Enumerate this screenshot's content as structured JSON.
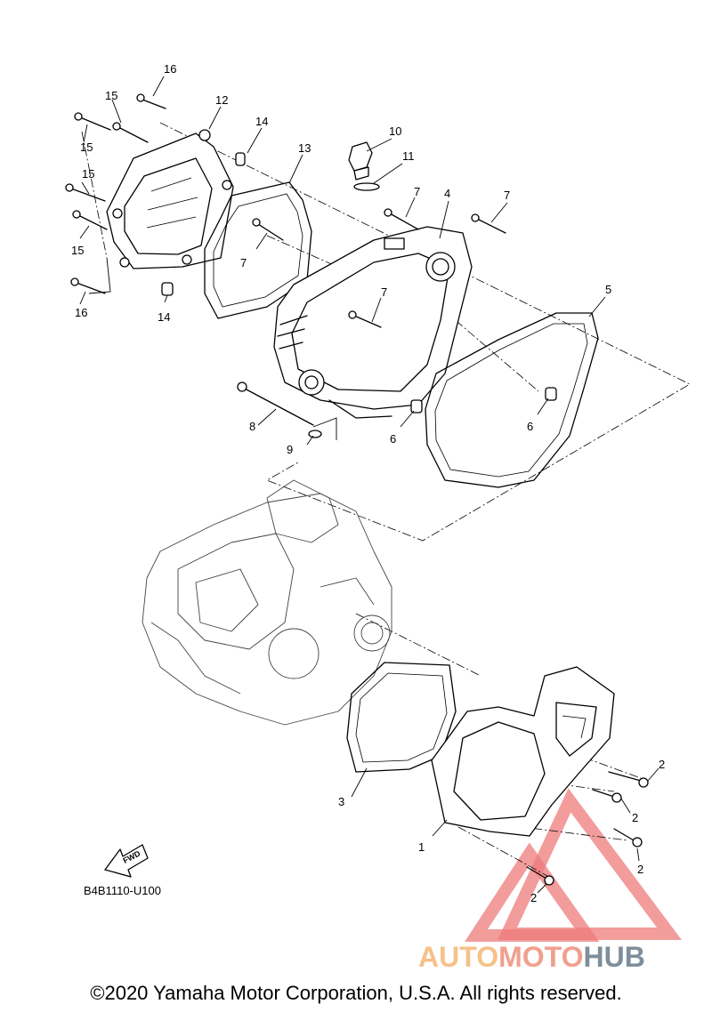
{
  "diagram_code": "B4B1110-U100",
  "fwd_label": "FWD",
  "copyright": "©2020 Yamaha Motor Corporation, U.S.A. All rights reserved.",
  "watermark": {
    "part1": "AUTO",
    "part2": "MOTO",
    "part3": "HUB",
    "colors": {
      "auto": "#f5c28a",
      "moto": "#f0a08e",
      "hub": "#7e8e9a",
      "triangle": "#ee7b7b"
    }
  },
  "callouts": [
    "16",
    "15",
    "15",
    "15",
    "15",
    "16",
    "12",
    "14",
    "14",
    "13",
    "10",
    "11",
    "7",
    "7",
    "7",
    "7",
    "4",
    "5",
    "6",
    "6",
    "8",
    "9",
    "3",
    "1",
    "2",
    "2",
    "2",
    "2"
  ]
}
